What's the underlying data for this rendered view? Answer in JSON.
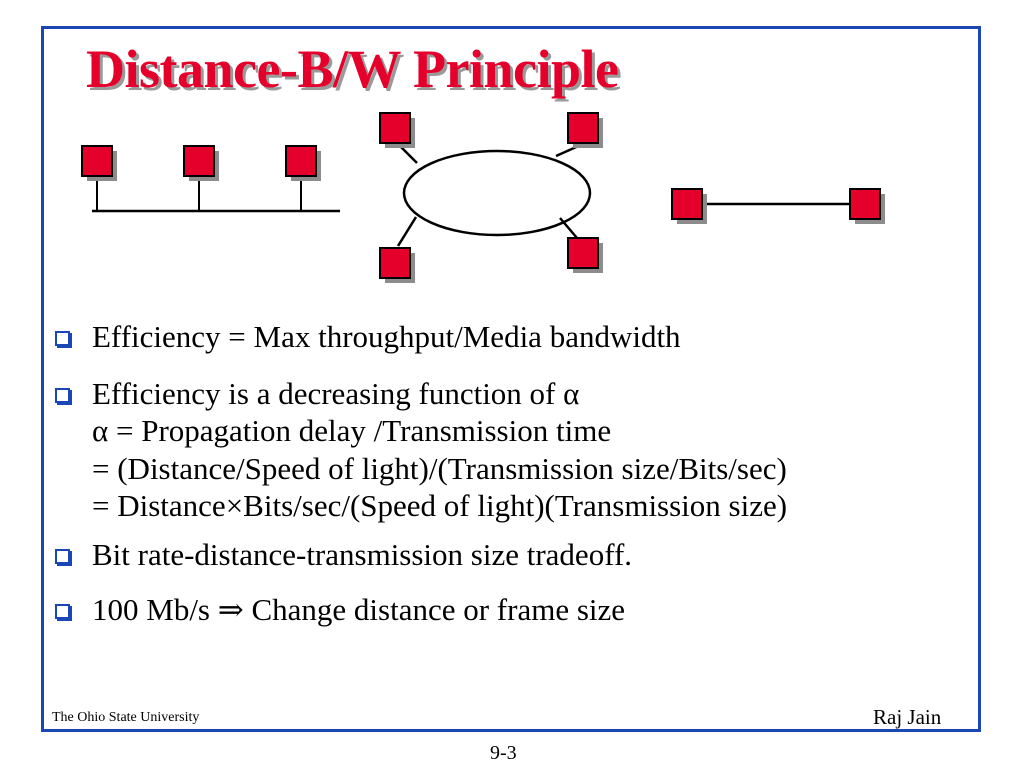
{
  "slide": {
    "title": "Distance-B/W Principle",
    "bullets": [
      {
        "lines": [
          "Efficiency = Max throughput/Media bandwidth"
        ]
      },
      {
        "lines": [
          "Efficiency is a decreasing function of α",
          "α = Propagation delay /Transmission time",
          "= (Distance/Speed of light)/(Transmission size/Bits/sec)",
          "= Distance×Bits/sec/(Speed of light)(Transmission size)"
        ]
      },
      {
        "lines": [
          "Bit rate-distance-transmission size tradeoff."
        ]
      },
      {
        "lines": [
          "100 Mb/s ⇒ Change distance or frame size"
        ]
      }
    ],
    "footer_left": "The Ohio State University",
    "footer_right": "Raj Jain",
    "page_number": "9-3"
  },
  "colors": {
    "title": "#e4002b",
    "node_fill": "#e4002b",
    "border": "#1a47b5"
  },
  "icons": {
    "bullet": "hollow-square-bullet-icon",
    "network_node": "red-square-node-icon"
  }
}
